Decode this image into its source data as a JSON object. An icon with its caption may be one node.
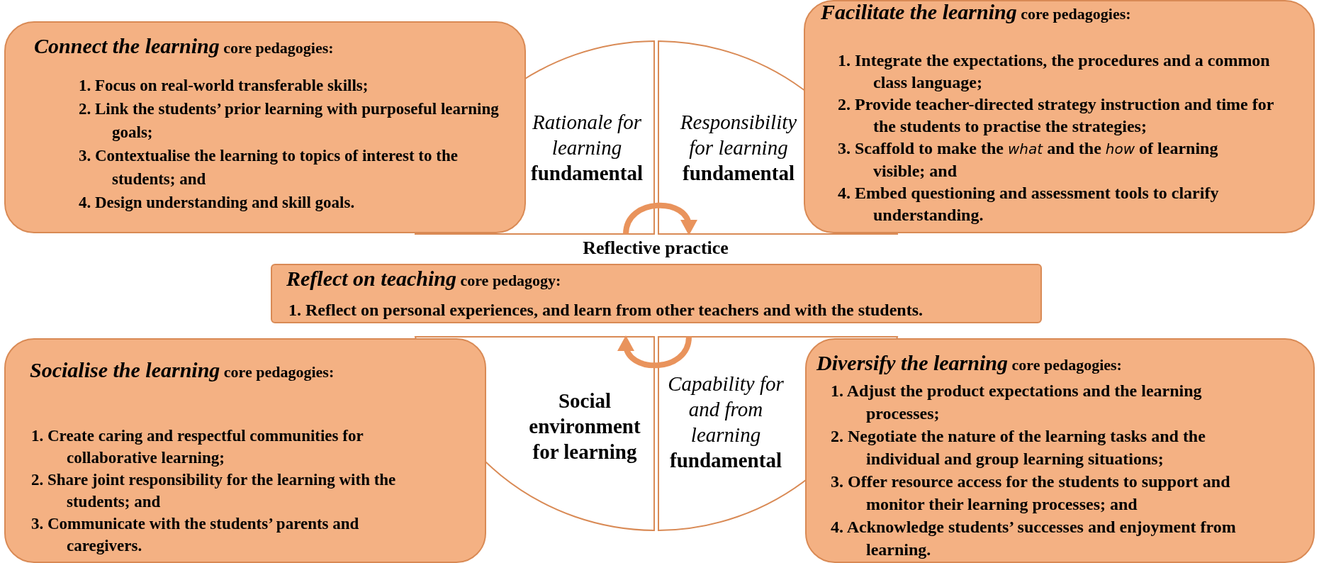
{
  "diagram": {
    "nodes": [
      {
        "text": [
          "*Connect the learning* core pedagogies:",
          "1. Focus on real-world transferable skills;",
          "2. Link the students’ prior learning with purposeful learning goals;",
          "3. Contextualise the learning to topics of interest to the students; and",
          "4. Design understanding and skill goals."
        ]
      },
      {
        "text": [
          "Rationale for learning",
          "fundamental"
        ]
      },
      {
        "text": [
          "Responsibility for learning",
          "fundamental"
        ]
      },
      {
        "text": [
          "*Facilitate the learning* core pedagogies:",
          "1. Integrate the expectations, the procedures and a common class language;",
          "2. Provide teacher-directed strategy instruction and time for the students to practise the strategies;",
          "3. Scaffold to make the *what* and the *how* of learning visible; and",
          "4. Embed questioning and assessment tools to clarify understanding."
        ]
      },
      {
        "text": [
          "*Reflect on teaching* core pedagogy:",
          "1. Reflect on personal experiences, and learn from other teachers and with the students."
        ]
      },
      {
        "text": [
          "*Socialise the learning* core pedagogies:",
          "1. Create caring and respectful communities for collaborative learning;",
          "2. Share joint responsibility for the learning with the students; and",
          "3. Communicate with the students’ parents and caregivers."
        ]
      },
      {
        "text": [
          "Social environment for learning"
        ]
      },
      {
        "text": [
          "Capability for and from learning",
          "fundamental"
        ]
      },
      {
        "text": [
          "*Diversify the learning* core pedagogies:",
          "1. Adjust the product expectations and the learning processes;",
          "2. Negotiate the nature of the learning tasks and the individual and group learning situations;",
          "3. Offer resource access for the students to support and monitor their learning processes; and",
          "4. Acknowledge students’ successes and enjoyment from learning."
        ]
      }
    ],
    "edges": [
      {
        "from": 1,
        "to": 2,
        "arrow": "to"
      },
      {
        "from": 7,
        "to": 6,
        "arrow": "to"
      }
    ],
    "labels": [
      "Reflective practice"
    ]
  }
}
